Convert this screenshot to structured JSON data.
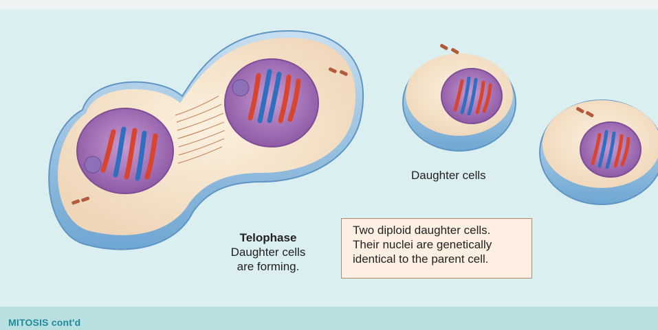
{
  "telophase": {
    "title": "Telophase",
    "line1": "Daughter cells",
    "line2": "are forming."
  },
  "daughter_cells_label": "Daughter cells",
  "callout": {
    "line1": "Two diploid daughter cells.",
    "line2": "Their nuclei are genetically",
    "line3": "identical to the parent cell."
  },
  "footer": {
    "title": "MITOSIS cont'd"
  },
  "colors": {
    "background": "#dbeef0",
    "cell_membrane": "#7fb3d8",
    "cytoplasm": "#f6e6cf",
    "nucleus": "#9c6ab0",
    "chromosome_red": "#d8452c",
    "chromosome_blue": "#2f6fc0",
    "centriole": "#b35a3a",
    "footer": "#b9e0e0",
    "footer_text": "#1e8a9a"
  }
}
